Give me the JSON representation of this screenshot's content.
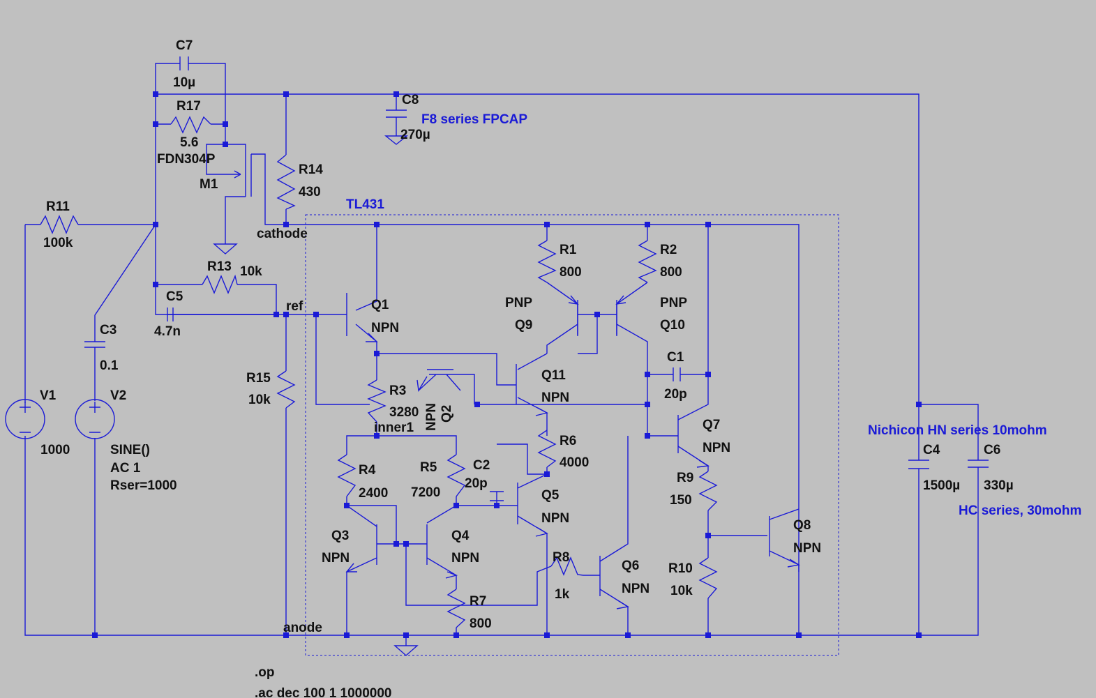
{
  "components": {
    "c7": {
      "name": "C7",
      "value": "10µ"
    },
    "r17": {
      "name": "R17",
      "value": "5.6"
    },
    "m1": {
      "name": "M1",
      "model": "FDN304P"
    },
    "r14": {
      "name": "R14",
      "value": "430"
    },
    "c8": {
      "name": "C8",
      "value": "270µ",
      "note": "F8 series FPCAP"
    },
    "r11": {
      "name": "R11",
      "value": "100k"
    },
    "r13": {
      "name": "R13",
      "value": "10k"
    },
    "c5": {
      "name": "C5",
      "value": "4.7n"
    },
    "c3": {
      "name": "C3",
      "value": "0.1"
    },
    "v1": {
      "name": "V1",
      "value": "1000"
    },
    "v2": {
      "name": "V2",
      "line1": "SINE()",
      "line2": "AC 1",
      "line3": "Rser=1000"
    },
    "r15": {
      "name": "R15",
      "value": "10k"
    },
    "q1": {
      "name": "Q1",
      "type": "NPN"
    },
    "r3": {
      "name": "R3",
      "value": "3280"
    },
    "q2": {
      "name": "Q2",
      "type": "NPN"
    },
    "r1": {
      "name": "R1",
      "value": "800"
    },
    "r2": {
      "name": "R2",
      "value": "800"
    },
    "q9": {
      "name": "Q9",
      "type": "PNP"
    },
    "q10": {
      "name": "Q10",
      "type": "PNP"
    },
    "q11": {
      "name": "Q11",
      "type": "NPN"
    },
    "c1": {
      "name": "C1",
      "value": "20p"
    },
    "r6": {
      "name": "R6",
      "value": "4000"
    },
    "q7": {
      "name": "Q7",
      "type": "NPN"
    },
    "r4": {
      "name": "R4",
      "value": "2400"
    },
    "r5": {
      "name": "R5",
      "value": "7200"
    },
    "c2": {
      "name": "C2",
      "value": "20p"
    },
    "q5": {
      "name": "Q5",
      "type": "NPN"
    },
    "r9": {
      "name": "R9",
      "value": "150"
    },
    "q3": {
      "name": "Q3",
      "type": "NPN"
    },
    "q4": {
      "name": "Q4",
      "type": "NPN"
    },
    "r8": {
      "name": "R8",
      "value": "1k"
    },
    "q6": {
      "name": "Q6",
      "type": "NPN"
    },
    "r10": {
      "name": "R10",
      "value": "10k"
    },
    "q8": {
      "name": "Q8",
      "type": "NPN"
    },
    "r7": {
      "name": "R7",
      "value": "800"
    },
    "c4": {
      "name": "C4",
      "value": "1500µ"
    },
    "c6": {
      "name": "C6",
      "value": "330µ"
    }
  },
  "nets": {
    "cathode": "cathode",
    "ref": "ref",
    "anode": "anode",
    "inner1": "inner1"
  },
  "notes": {
    "tl431": "TL431",
    "nichicon": "Nichicon HN series 10mohm",
    "hc": "HC series, 30mohm"
  },
  "directives": {
    "op": ".op",
    "ac": ".ac dec 100 1 1000000"
  },
  "colors": {
    "wire": "#1a1ad6",
    "background": "#c0c0c0",
    "text": "#111111"
  }
}
